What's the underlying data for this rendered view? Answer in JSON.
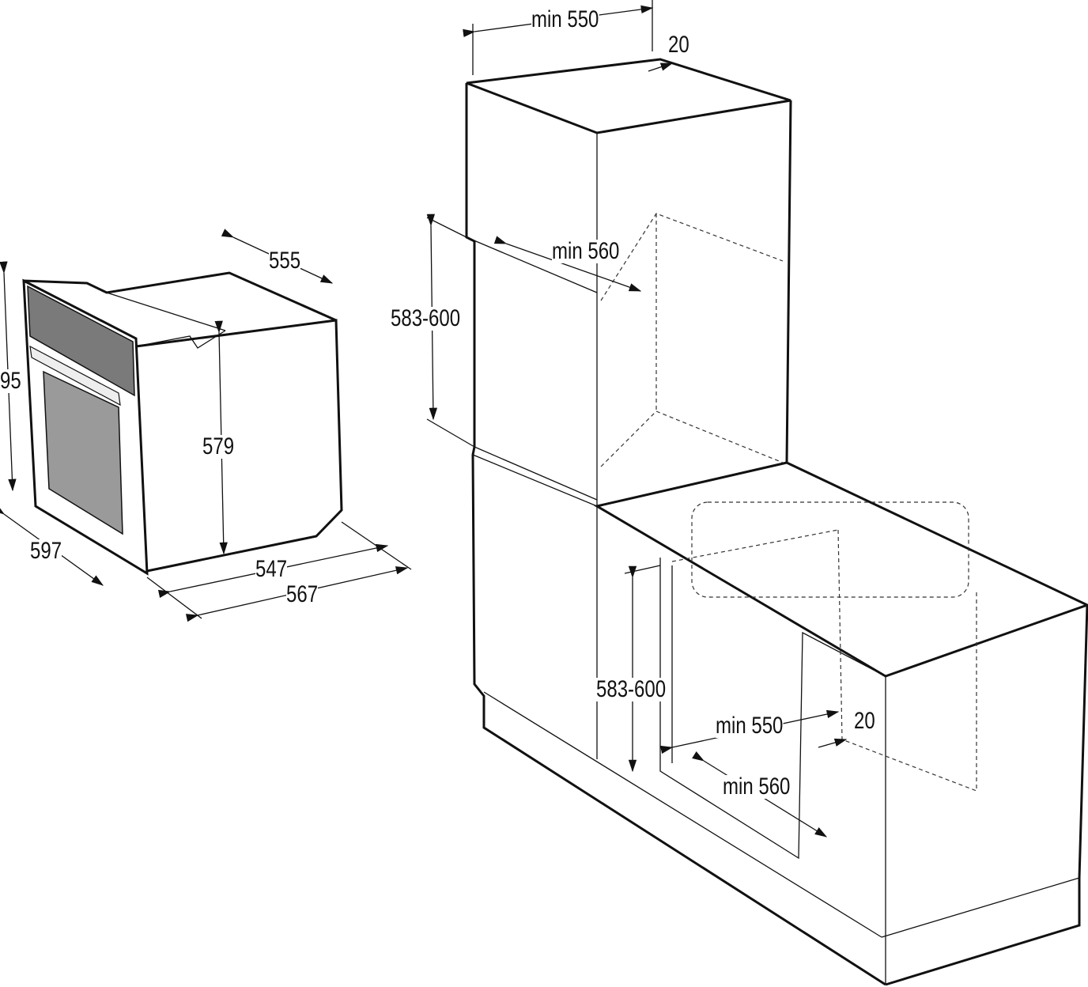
{
  "oven": {
    "depth_top": "555",
    "height_inner": "579",
    "height_total_partial": "95",
    "width": "597",
    "depth_body": "547",
    "depth_total": "567"
  },
  "tall_unit": {
    "top_width": "min 550",
    "top_gap": "20",
    "niche_depth": "min 560",
    "niche_height": "583-600"
  },
  "base_unit": {
    "niche_height": "583-600",
    "width": "min 550",
    "gap": "20",
    "depth": "min 560"
  },
  "colors": {
    "line": "#111111",
    "panel": "#8a8a8a"
  }
}
